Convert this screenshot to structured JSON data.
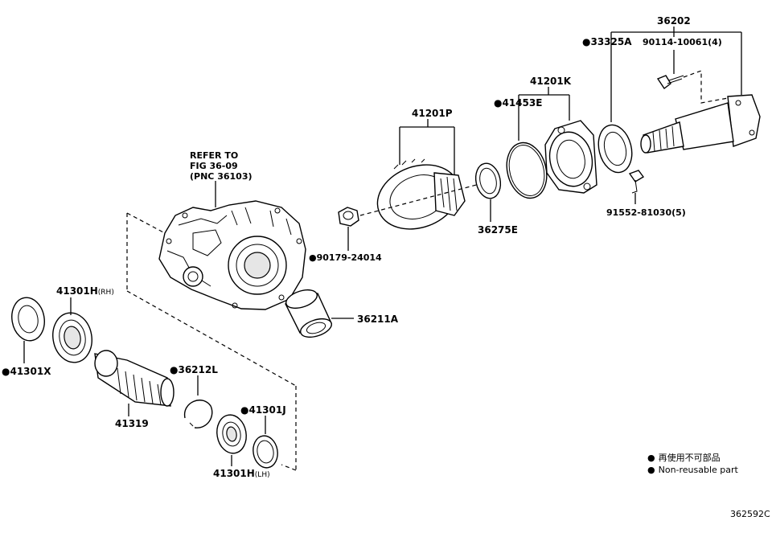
{
  "diagram": {
    "figure_id": "362592C",
    "reference_note": [
      "REFER TO",
      "FIG 36-09",
      "(PNC 36103)"
    ],
    "legend": {
      "marker": "●",
      "line_ja": "再使用不可部品",
      "line_en": "Non-reusable part"
    },
    "callouts": [
      {
        "id": "36202",
        "label": "36202",
        "non_reusable": false,
        "suffix": ""
      },
      {
        "id": "33325A",
        "label": "33325A",
        "non_reusable": true,
        "suffix": ""
      },
      {
        "id": "90114",
        "label": "90114-10061(4)",
        "non_reusable": false,
        "suffix": ""
      },
      {
        "id": "41201K",
        "label": "41201K",
        "non_reusable": false,
        "suffix": ""
      },
      {
        "id": "41453E",
        "label": "41453E",
        "non_reusable": true,
        "suffix": ""
      },
      {
        "id": "41201P",
        "label": "41201P",
        "non_reusable": false,
        "suffix": ""
      },
      {
        "id": "36275E",
        "label": "36275E",
        "non_reusable": false,
        "suffix": ""
      },
      {
        "id": "91552",
        "label": "91552-81030(5)",
        "non_reusable": false,
        "suffix": ""
      },
      {
        "id": "90179",
        "label": "90179-24014",
        "non_reusable": true,
        "suffix": ""
      },
      {
        "id": "36211A",
        "label": "36211A",
        "non_reusable": false,
        "suffix": ""
      },
      {
        "id": "41301H_RH",
        "label": "41301H",
        "non_reusable": false,
        "suffix": "(RH)"
      },
      {
        "id": "41301X",
        "label": "41301X",
        "non_reusable": true,
        "suffix": ""
      },
      {
        "id": "36212L",
        "label": "36212L",
        "non_reusable": true,
        "suffix": ""
      },
      {
        "id": "41319",
        "label": "41319",
        "non_reusable": false,
        "suffix": ""
      },
      {
        "id": "41301J",
        "label": "41301J",
        "non_reusable": true,
        "suffix": ""
      },
      {
        "id": "41301H_LH",
        "label": "41301H",
        "non_reusable": false,
        "suffix": "(LH)"
      }
    ]
  }
}
